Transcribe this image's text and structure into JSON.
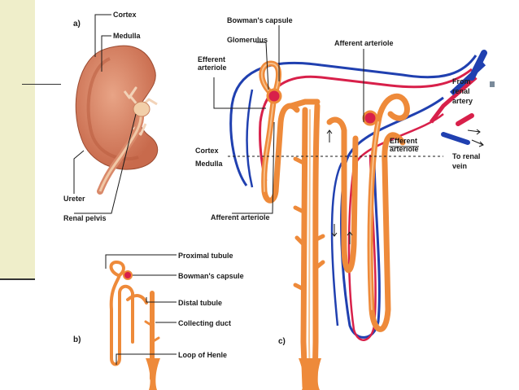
{
  "panels": {
    "a": "a)",
    "b": "b)",
    "c": "c)"
  },
  "labels": {
    "cortex_a": "Cortex",
    "medulla_a": "Medulla",
    "ureter": "Ureter",
    "renal_pelvis": "Renal pelvis",
    "bowmans_capsule_c": "Bowman's capsule",
    "glomerulus": "Glomerulus",
    "efferent_arteriole_left": "Efferent arteriole",
    "afferent_arteriole_top": "Afferent arteriole",
    "from_renal_artery": "From renal artery",
    "efferent_arteriole_right": "Efferent arteriole",
    "to_renal_vein": "To renal vein",
    "cortex_c": "Cortex",
    "medulla_c": "Medulla",
    "afferent_arteriole_bottom": "Afferent arteriole",
    "proximal_tubule": "Proximal tubule",
    "bowmans_capsule_b": "Bowman's capsule",
    "distal_tubule": "Distal tubule",
    "collecting_duct": "Collecting duct",
    "loop_of_henle": "Loop of Henle"
  },
  "colors": {
    "sidebar": "#efeeca",
    "kidney": "#d9896a",
    "tubule": "#ee8a3a",
    "artery": "#d8204a",
    "vein": "#2040b0",
    "leader": "#1a1a1a"
  },
  "icons": [
    "kidney-illustration",
    "nephron-illustration",
    "nephron-schematic"
  ]
}
